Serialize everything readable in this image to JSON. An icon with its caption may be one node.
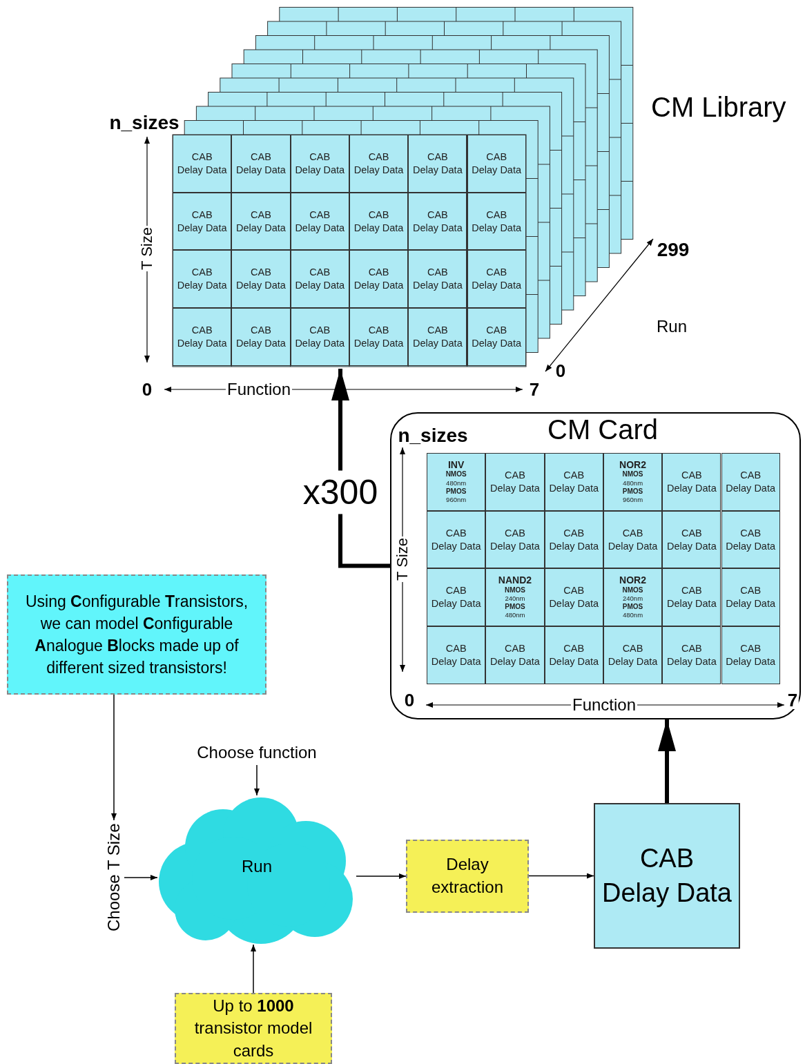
{
  "diagram": {
    "nodes": [
      {
        "text": [
          "CM Library"
        ]
      },
      {
        "text": [
          "CAB Delay Data"
        ],
        "in": 0
      },
      {
        "text": [
          "CAB Delay Data"
        ],
        "in": 0
      },
      {
        "text": [
          "CAB Delay Data"
        ],
        "in": 0
      },
      {
        "text": [
          "CAB Delay Data"
        ],
        "in": 0
      },
      {
        "text": [
          "CAB Delay Data"
        ],
        "in": 0
      },
      {
        "text": [
          "CAB Delay Data"
        ],
        "in": 0
      },
      {
        "text": [
          "CAB Delay Data"
        ],
        "in": 0
      },
      {
        "text": [
          "CAB Delay Data"
        ],
        "in": 0
      },
      {
        "text": [
          "CAB Delay Data"
        ],
        "in": 0
      },
      {
        "text": [
          "CAB Delay Data"
        ],
        "in": 0
      },
      {
        "text": [
          "CAB Delay Data"
        ],
        "in": 0
      },
      {
        "text": [
          "CAB Delay Data"
        ],
        "in": 0
      },
      {
        "text": [
          "CAB Delay Data"
        ],
        "in": 0
      },
      {
        "text": [
          "CAB Delay Data"
        ],
        "in": 0
      },
      {
        "text": [
          "CAB Delay Data"
        ],
        "in": 0
      },
      {
        "text": [
          "CAB Delay Data"
        ],
        "in": 0
      },
      {
        "text": [
          "CAB Delay Data"
        ],
        "in": 0
      },
      {
        "text": [
          "CAB Delay Data"
        ],
        "in": 0
      },
      {
        "text": [
          "CAB Delay Data"
        ],
        "in": 0
      },
      {
        "text": [
          "CAB Delay Data"
        ],
        "in": 0
      },
      {
        "text": [
          "CAB Delay Data"
        ],
        "in": 0
      },
      {
        "text": [
          "CAB Delay Data"
        ],
        "in": 0
      },
      {
        "text": [
          "CAB Delay Data"
        ],
        "in": 0
      },
      {
        "text": [
          "CAB Delay Data"
        ],
        "in": 0
      },
      {
        "text": [
          "CM Card"
        ]
      },
      {
        "text": [
          "INV",
          "NMOS",
          "480nm",
          "PMOS",
          "960nm"
        ],
        "in": 25
      },
      {
        "text": [
          "CAB Delay Data"
        ],
        "in": 25
      },
      {
        "text": [
          "CAB Delay Data"
        ],
        "in": 25
      },
      {
        "text": [
          "NOR2",
          "NMOS",
          "480nm",
          "PMOS",
          "960nm"
        ],
        "in": 25
      },
      {
        "text": [
          "CAB Delay Data"
        ],
        "in": 25
      },
      {
        "text": [
          "CAB Delay Data"
        ],
        "in": 25
      },
      {
        "text": [
          "CAB Delay Data"
        ],
        "in": 25
      },
      {
        "text": [
          "CAB Delay Data"
        ],
        "in": 25
      },
      {
        "text": [
          "CAB Delay Data"
        ],
        "in": 25
      },
      {
        "text": [
          "CAB Delay Data"
        ],
        "in": 25
      },
      {
        "text": [
          "CAB Delay Data"
        ],
        "in": 25
      },
      {
        "text": [
          "CAB Delay Data"
        ],
        "in": 25
      },
      {
        "text": [
          "CAB Delay Data"
        ],
        "in": 25
      },
      {
        "text": [
          "NAND2",
          "NMOS",
          "240nm",
          "PMOS",
          "480nm"
        ],
        "in": 25
      },
      {
        "text": [
          "CAB Delay Data"
        ],
        "in": 25
      },
      {
        "text": [
          "NOR2",
          "NMOS",
          "240nm",
          "PMOS",
          "480nm"
        ],
        "in": 25
      },
      {
        "text": [
          "CAB Delay Data"
        ],
        "in": 25
      },
      {
        "text": [
          "CAB Delay Data"
        ],
        "in": 25
      },
      {
        "text": [
          "CAB Delay Data"
        ],
        "in": 25
      },
      {
        "text": [
          "CAB Delay Data"
        ],
        "in": 25
      },
      {
        "text": [
          "CAB Delay Data"
        ],
        "in": 25
      },
      {
        "text": [
          "CAB Delay Data"
        ],
        "in": 25
      },
      {
        "text": [
          "CAB Delay Data"
        ],
        "in": 25
      },
      {
        "text": [
          "CAB Delay Data"
        ],
        "in": 25
      },
      {
        "text": [
          "Using **C**onfigurable **T**ransistors, we can model **C**onfigurable **A**nalogue **B**locks made up of different sized transistors!"
        ]
      },
      {
        "text": [
          "Choose function"
        ]
      },
      {
        "text": [
          "Choose T Size"
        ]
      },
      {
        "text": [
          "Run"
        ]
      },
      {
        "text": [
          "Delay extraction"
        ]
      },
      {
        "text": [
          "CAB Delay Data"
        ]
      },
      {
        "text": [
          "Up to **1000** transistor model cards"
        ]
      }
    ],
    "edges": [
      {
        "from": 50,
        "to": 52,
        "arrow": "to"
      },
      {
        "from": 52,
        "to": 53,
        "arrow": "to"
      },
      {
        "from": 51,
        "to": 53,
        "arrow": "to"
      },
      {
        "from": 56,
        "to": 53,
        "arrow": "to"
      },
      {
        "from": 53,
        "to": 54,
        "arrow": "to"
      },
      {
        "from": 54,
        "to": 55,
        "arrow": "to"
      },
      {
        "from": 55,
        "to": 25,
        "arrow": "to",
        "style": "thick"
      },
      {
        "from": 25,
        "to": 0,
        "arrow": "to",
        "style": "thick",
        "label": "x300"
      }
    ],
    "labels": [
      "n_sizes",
      "T Size",
      "0",
      "Function",
      "7",
      "299",
      "Run",
      "0",
      "n_sizes",
      "T Size",
      "0",
      "Function",
      "7"
    ]
  }
}
